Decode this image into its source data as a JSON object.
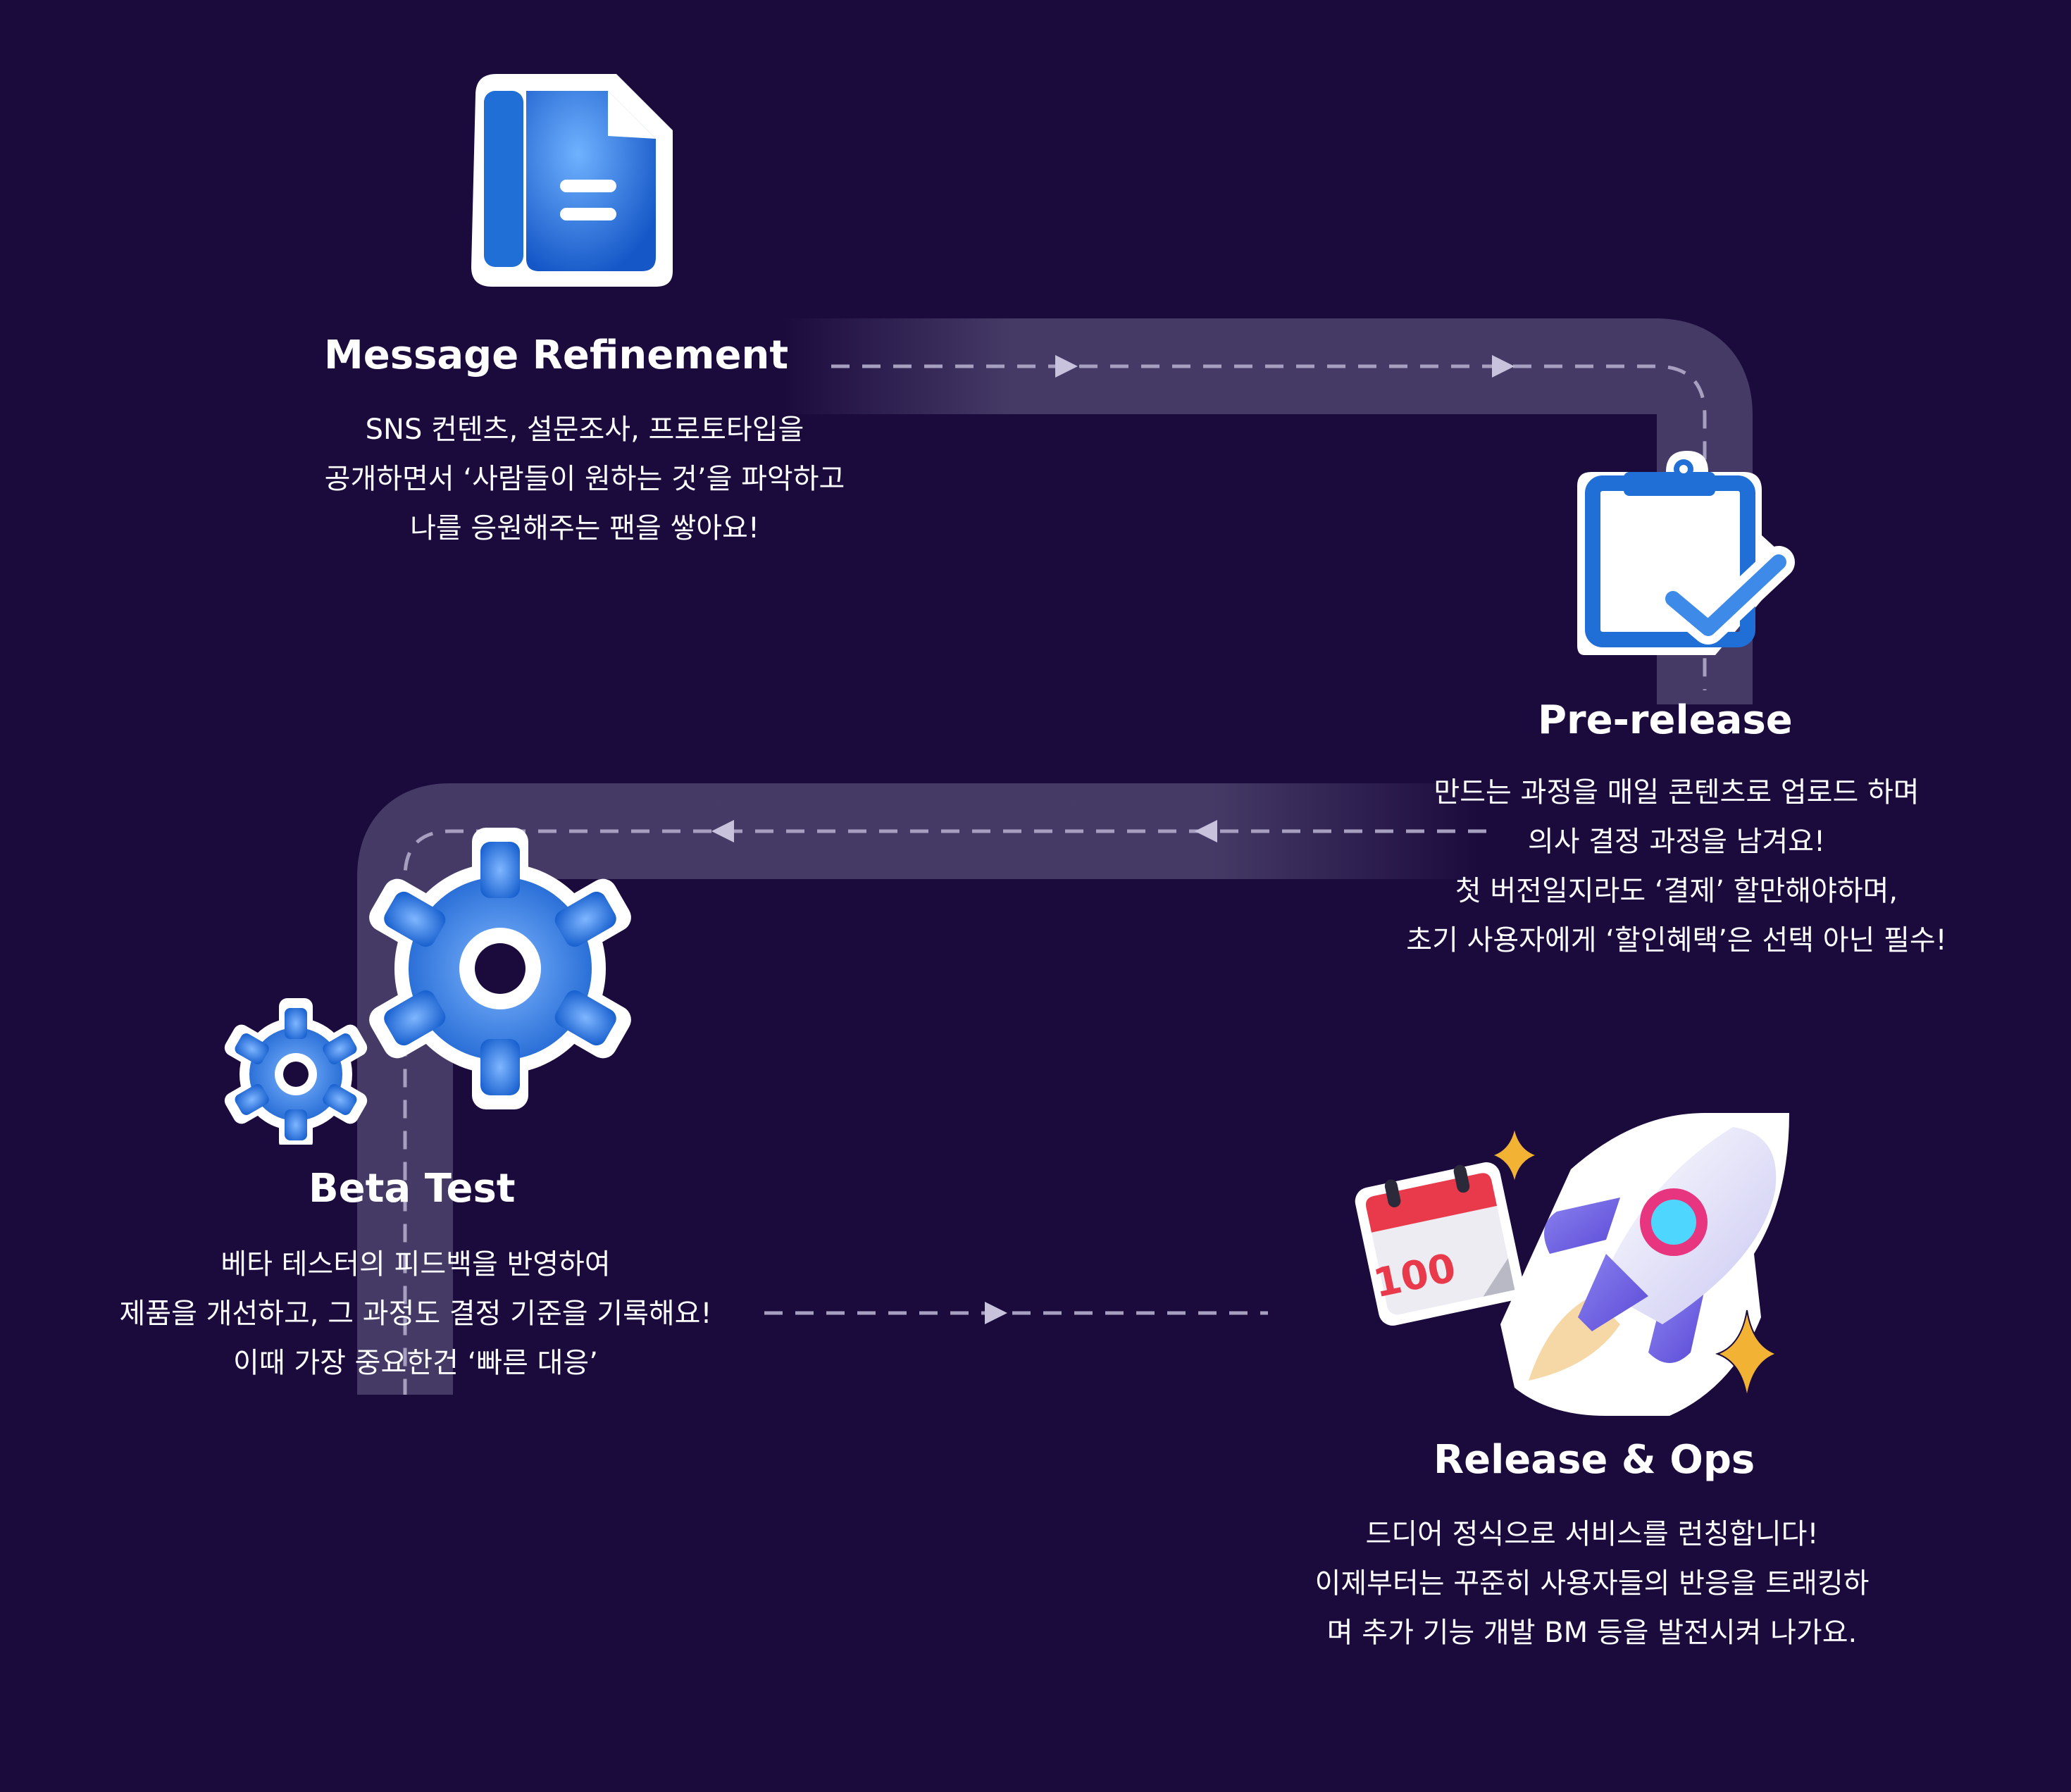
{
  "colors": {
    "background": "#1b0b3d",
    "track": "#4a3f6b",
    "dash": "#a79fc0",
    "icon_blue": "#1f6fd6",
    "icon_blue_light": "#5aa0f0",
    "sticker_white": "#ffffff",
    "accent_pink": "#e8357f",
    "accent_gold": "#f2b233"
  },
  "steps": [
    {
      "title": "Message Refinement",
      "icon": "document-icon",
      "lines": [
        "SNS 컨텐츠, 설문조사, 프로토타입을",
        "공개하면서 ‘사람들이 원하는 것’을 파악하고",
        "나를 응원해주는 팬을 쌓아요!"
      ]
    },
    {
      "title": "Pre-release",
      "icon": "clipboard-check-icon",
      "lines": [
        "만드는 과정을 매일 콘텐츠로 업로드 하며",
        "의사 결정 과정을 남겨요!",
        "첫 버전일지라도 ‘결제’ 할만해야하며,",
        "초기 사용자에게 ‘할인혜택’은 선택 아닌 필수!"
      ]
    },
    {
      "title": "Beta Test",
      "icon": "gears-icon",
      "lines": [
        "베타 테스터의 피드백을 반영하여",
        "제품을 개선하고, 그 과정도 결정 기준을 기록해요!",
        "이때 가장 중요한건 ‘빠른 대응’"
      ]
    },
    {
      "title": "Release & Ops",
      "icon": "rocket-icon",
      "lines": [
        "드디어 정식으로 서비스를 런칭합니다!",
        "이제부터는 꾸준히 사용자들의 반응을 트래킹하",
        "며 추가 기능 개발 BM 등을 발전시켜 나가요."
      ],
      "calendar_text": "100"
    }
  ]
}
